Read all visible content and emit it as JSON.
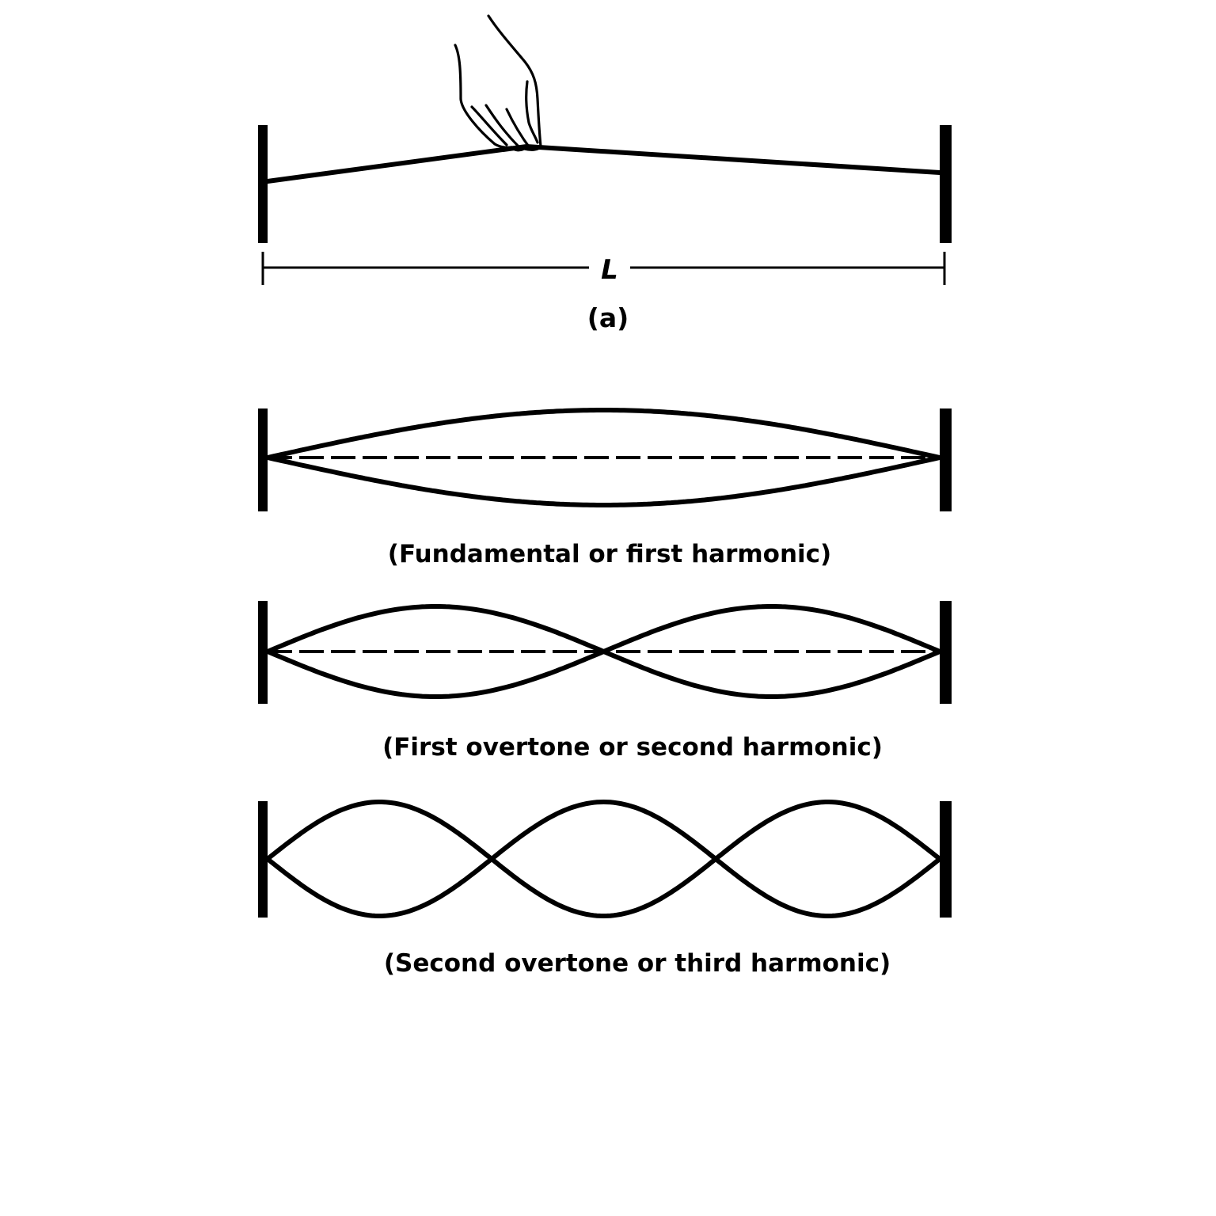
{
  "figure_a": {
    "length_symbol": "L",
    "panel_label": "(a)",
    "icon": "hand-plucking-string"
  },
  "modes": [
    {
      "harmonic": 1,
      "loops": 1,
      "show_equilibrium_line": true,
      "caption": "(Fundamental or first harmonic)"
    },
    {
      "harmonic": 2,
      "loops": 2,
      "show_equilibrium_line": true,
      "caption": "(First overtone or second harmonic)"
    },
    {
      "harmonic": 3,
      "loops": 3,
      "show_equilibrium_line": false,
      "caption": "(Second overtone or third harmonic)"
    }
  ],
  "colors": {
    "ink": "#000000",
    "background": "#ffffff"
  }
}
